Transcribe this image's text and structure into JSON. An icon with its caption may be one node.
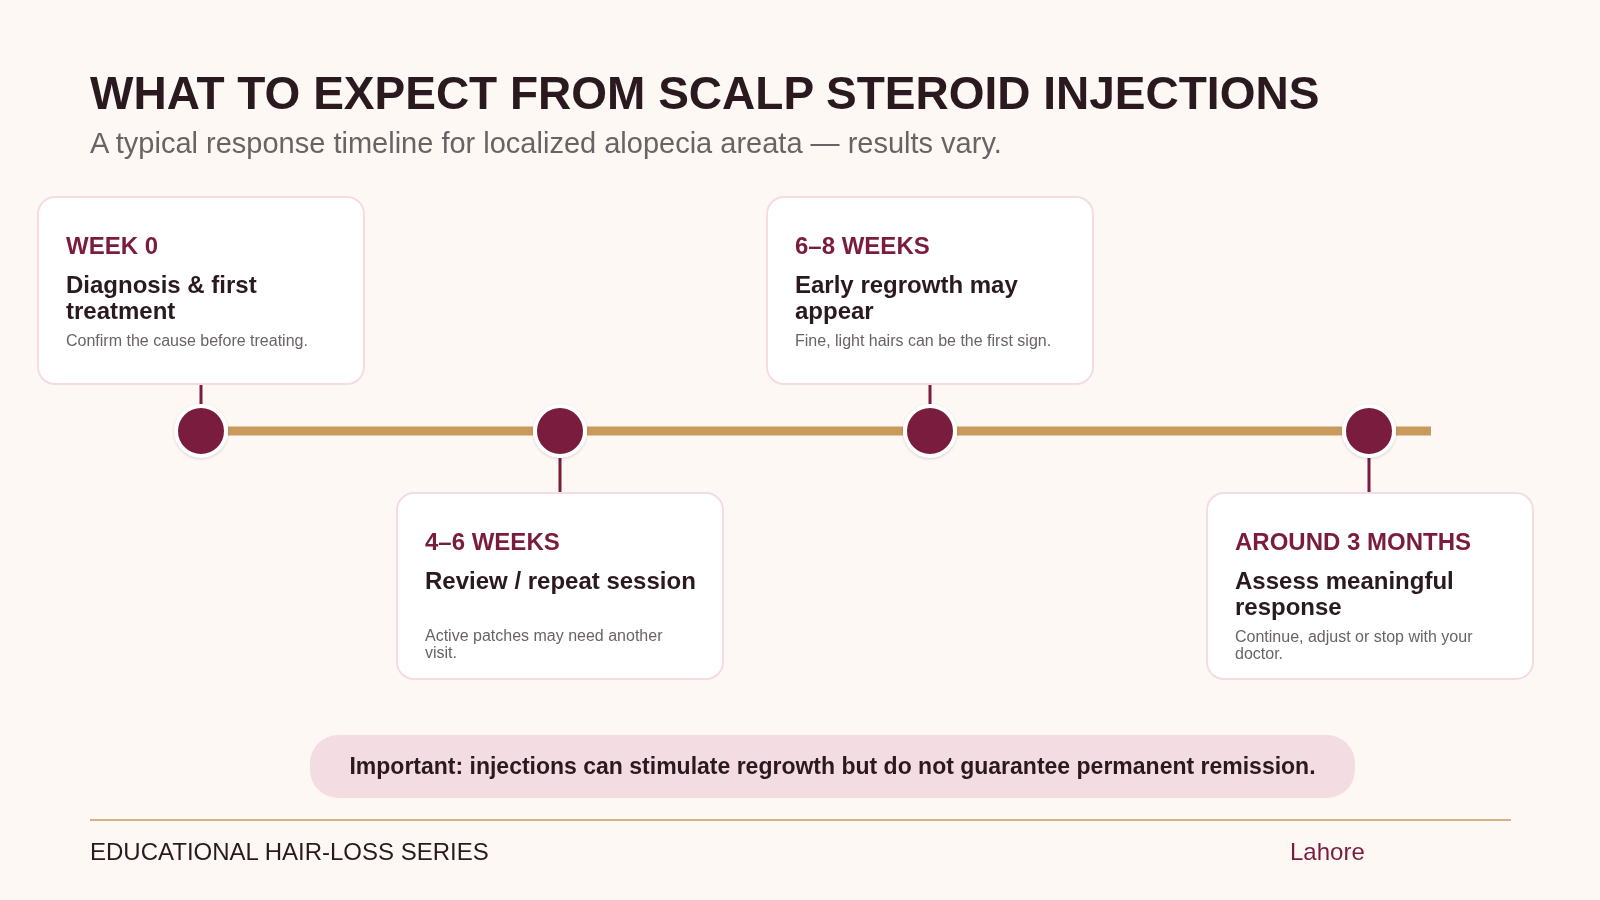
{
  "diagram": {
    "title": "WHAT TO EXPECT FROM SCALP STEROID INJECTIONS",
    "caption": "A typical response timeline for localized alopecia areata — results vary.",
    "nodes": [
      {
        "text": [
          "WEEK 0",
          "Diagnosis & first treatment",
          "Confirm the cause before treating."
        ]
      },
      {
        "text": [
          "4–6 WEEKS",
          "Review / repeat session",
          "Active patches may need another visit."
        ]
      },
      {
        "text": [
          "6–8 WEEKS",
          "Early regrowth may appear",
          "Fine, light hairs can be the first sign."
        ]
      },
      {
        "text": [
          "AROUND 3 MONTHS",
          "Assess meaningful response",
          "Continue, adjust or stop with your doctor."
        ]
      },
      {
        "text": [],
        "shape": "circle"
      },
      {
        "text": [],
        "shape": "circle"
      },
      {
        "text": [],
        "shape": "circle"
      },
      {
        "text": [],
        "shape": "circle"
      },
      {
        "text": [
          "Important: injections can stimulate regrowth but do not guarantee permanent remission."
        ]
      }
    ],
    "edges": [
      {
        "from": 0,
        "to": 4,
        "arrow": "none"
      },
      {
        "from": 4,
        "to": 5,
        "arrow": "none",
        "style": "thick",
        "color": "#c99a5b"
      },
      {
        "from": 1,
        "to": 5,
        "arrow": "none"
      },
      {
        "from": 5,
        "to": 6,
        "arrow": "none",
        "style": "thick",
        "color": "#c99a5b"
      },
      {
        "from": 2,
        "to": 6,
        "arrow": "none"
      },
      {
        "from": 6,
        "to": 7,
        "arrow": "none",
        "style": "thick",
        "color": "#c99a5b"
      },
      {
        "from": 3,
        "to": 7,
        "arrow": "none"
      }
    ],
    "labels": [
      "EDUCATIONAL HAIR-LOSS SERIES",
      "Lahore"
    ]
  }
}
